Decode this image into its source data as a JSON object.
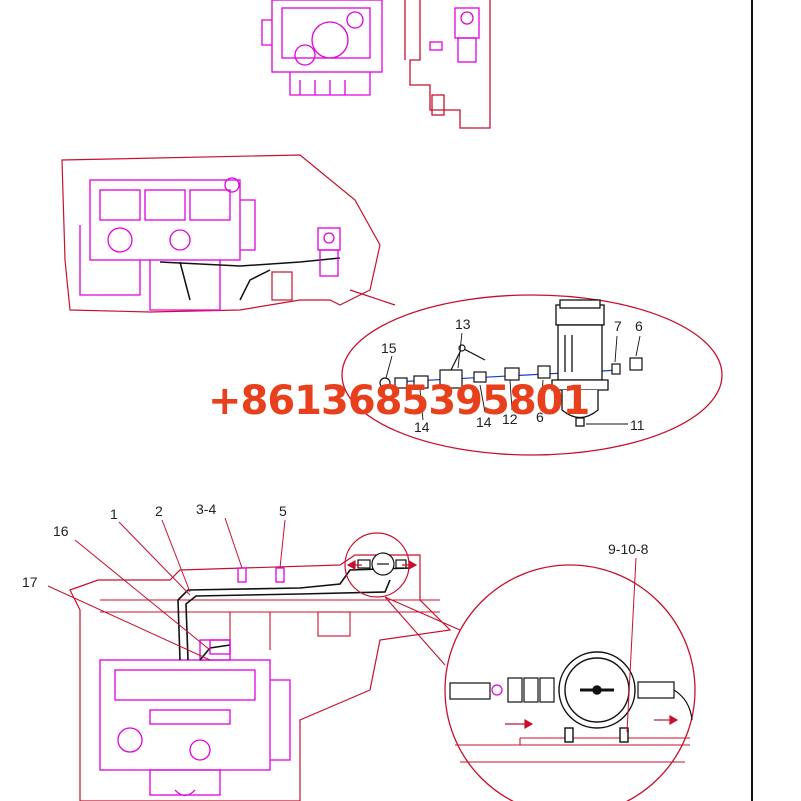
{
  "watermark": {
    "phone": "+8613685395801",
    "color": "#e8401c"
  },
  "colors": {
    "part": "#e000e0",
    "frame": "#c8102e",
    "line": "#111111"
  },
  "callouts": {
    "c13": "13",
    "c7": "7",
    "c6a": "6",
    "c15": "15",
    "c14a": "14",
    "c14b": "14",
    "c12": "12",
    "c6b": "6",
    "c11": "11",
    "c1": "1",
    "c2": "2",
    "c34": "3-4",
    "c5": "5",
    "c16": "16",
    "c17": "17",
    "c9108": "9-10-8"
  },
  "icons": [
    "engine-icon",
    "fuel-filter-icon",
    "water-separator-icon",
    "flow-arrow-icon",
    "valve-icon"
  ]
}
